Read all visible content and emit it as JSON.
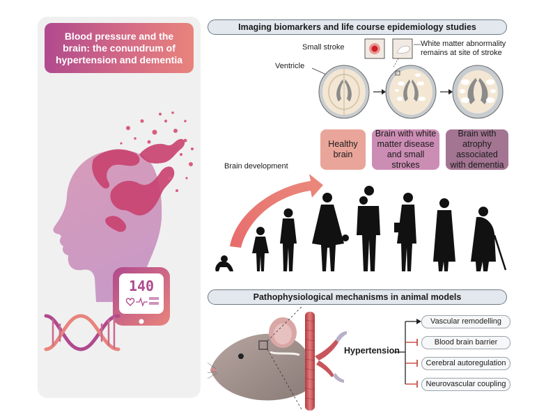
{
  "title": "Blood pressure and the brain: the conundrum of hypertension and dementia",
  "imaging_header": "Imaging biomarkers and life course epidemiology studies",
  "pathophysiology_header": "Pathophysiological mechanisms in animal models",
  "labels": {
    "small_stroke": "Small stroke",
    "white_matter_note": "White matter abnormality remains at site of stroke",
    "ventricle": "Ventricle",
    "brain_development": "Brain development",
    "hypertension": "Hypertension"
  },
  "stages": [
    {
      "label": "Healthy brain",
      "color": "#eaa59a"
    },
    {
      "label": "Brain with white matter disease and small strokes",
      "color": "#cc8db4"
    },
    {
      "label": "Brain with atrophy associated with dementia",
      "color": "#a37592"
    }
  ],
  "monitor": {
    "reading": "140"
  },
  "mechanisms": [
    {
      "label": "Vascular remodelling",
      "relation": "activation"
    },
    {
      "label": "Blood brain barrier",
      "relation": "inhibition"
    },
    {
      "label": "Cerebral autoregulation",
      "relation": "inhibition"
    },
    {
      "label": "Neurovascular coupling",
      "relation": "inhibition"
    }
  ],
  "colors": {
    "accent_magenta": "#b04a8e",
    "accent_salmon": "#e8847c",
    "inhibition_red": "#c0392b",
    "header_fill": "#e3e8ee"
  }
}
